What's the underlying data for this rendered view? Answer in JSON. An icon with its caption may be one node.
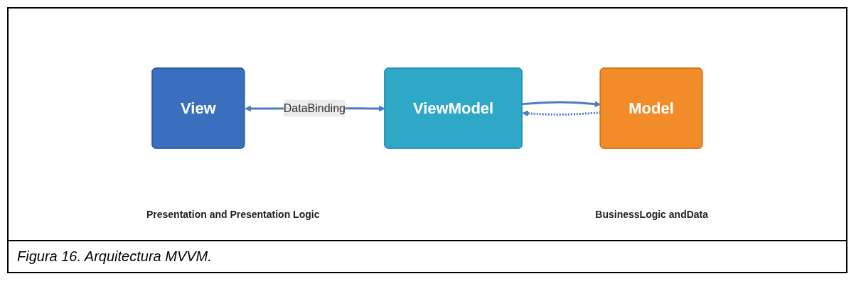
{
  "diagram": {
    "caption": "Figura 16. Arquitectura MVVM.",
    "nodes": [
      {
        "text": [
          "View"
        ]
      },
      {
        "text": [
          "ViewModel"
        ]
      },
      {
        "text": [
          "Model"
        ]
      }
    ],
    "edges": [
      {
        "from": 0,
        "to": 1,
        "arrow": "both",
        "label": "DataBinding"
      },
      {
        "from": 1,
        "to": 2,
        "arrow": "to"
      },
      {
        "from": 2,
        "to": 1,
        "arrow": "to",
        "style": "dashed"
      }
    ],
    "labels": [
      "Presentation and Presentation Logic",
      "BusinessLogic andData"
    ]
  }
}
